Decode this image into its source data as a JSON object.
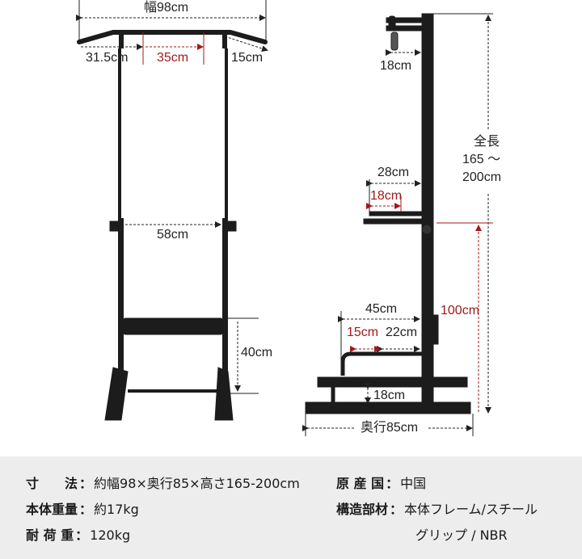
{
  "front_view": {
    "width_total": "幅98cm",
    "grip_outer": "31.5cm",
    "grip_inner": "35cm",
    "grip_angle": "15cm",
    "frame_inner_width": "58cm",
    "seat_height": "40cm"
  },
  "side_view": {
    "top_handle_depth": "18cm",
    "total_height_label": "全長",
    "total_height_range": "165 〜",
    "total_height_unit": "200cm",
    "dip_bar_depth": "28cm",
    "dip_grip_length": "18cm",
    "dip_bar_height": "100cm",
    "step_depth": "45cm",
    "step_grip": "15cm",
    "step_offset": "22cm",
    "step_height": "18cm",
    "base_depth": "奥行85cm"
  },
  "specs": {
    "dimensions_label": "寸　　法",
    "dimensions_value": "約幅98×奥行85×高さ165-200cm",
    "weight_label": "本体重量",
    "weight_value": "約17kg",
    "load_label": "耐 荷 重",
    "load_value": "120kg",
    "origin_label": "原 産 国",
    "origin_value": "中国",
    "material_label": "構造部材",
    "material_value_1": "本体フレーム/スチール",
    "material_value_2": "グリップ / NBR"
  },
  "colors": {
    "frame": "#1c1c1c",
    "accent_red": "#a01a1a",
    "spec_bg": "#ededed"
  }
}
